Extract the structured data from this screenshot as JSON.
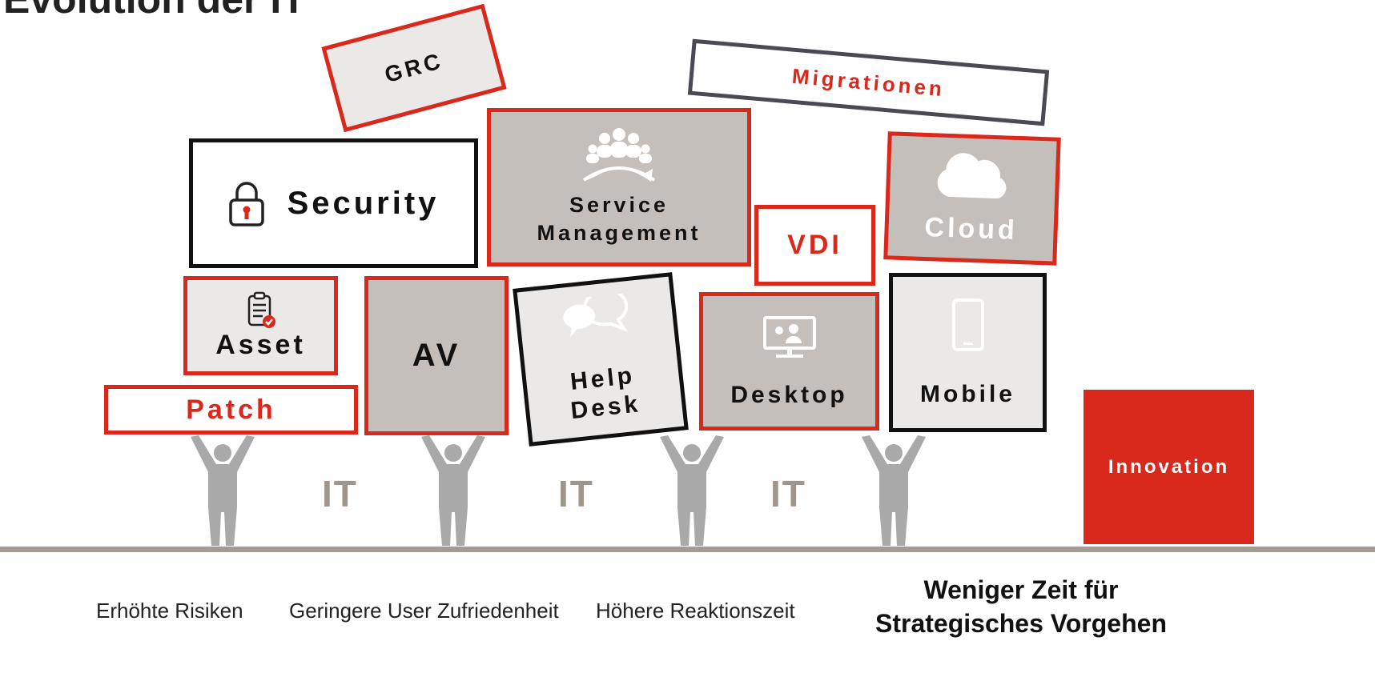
{
  "title": "Evolution der IT",
  "blocks": {
    "grc": "GRC",
    "migrationen": "Migrationen",
    "security": "Security",
    "service_line1": "Service",
    "service_line2": "Management",
    "vdi": "VDI",
    "cloud": "Cloud",
    "asset": "Asset",
    "av": "AV",
    "help_line1": "Help",
    "help_line2": "Desk",
    "desktop": "Desktop",
    "mobile": "Mobile",
    "patch": "Patch"
  },
  "it_labels": [
    "IT",
    "IT",
    "IT"
  ],
  "innovation": "Innovation",
  "captions": [
    "Erhöhte Risiken",
    "Geringere User Zufriedenheit",
    "Höhere Reaktionszeit"
  ],
  "conclusion_line1": "Weniger Zeit für",
  "conclusion_line2": "Strategisches Vorgehen",
  "colors": {
    "accent_red": "#d9291c",
    "taupe": "#c4bfba",
    "figure_gray": "#a9a9a9",
    "ground": "#a39c95"
  },
  "icons": [
    "lock-icon",
    "people-group-icon",
    "cloud-icon",
    "clipboard-check-icon",
    "chat-bubbles-icon",
    "monitor-user-icon",
    "smartphone-icon",
    "person-lifting-icon"
  ]
}
